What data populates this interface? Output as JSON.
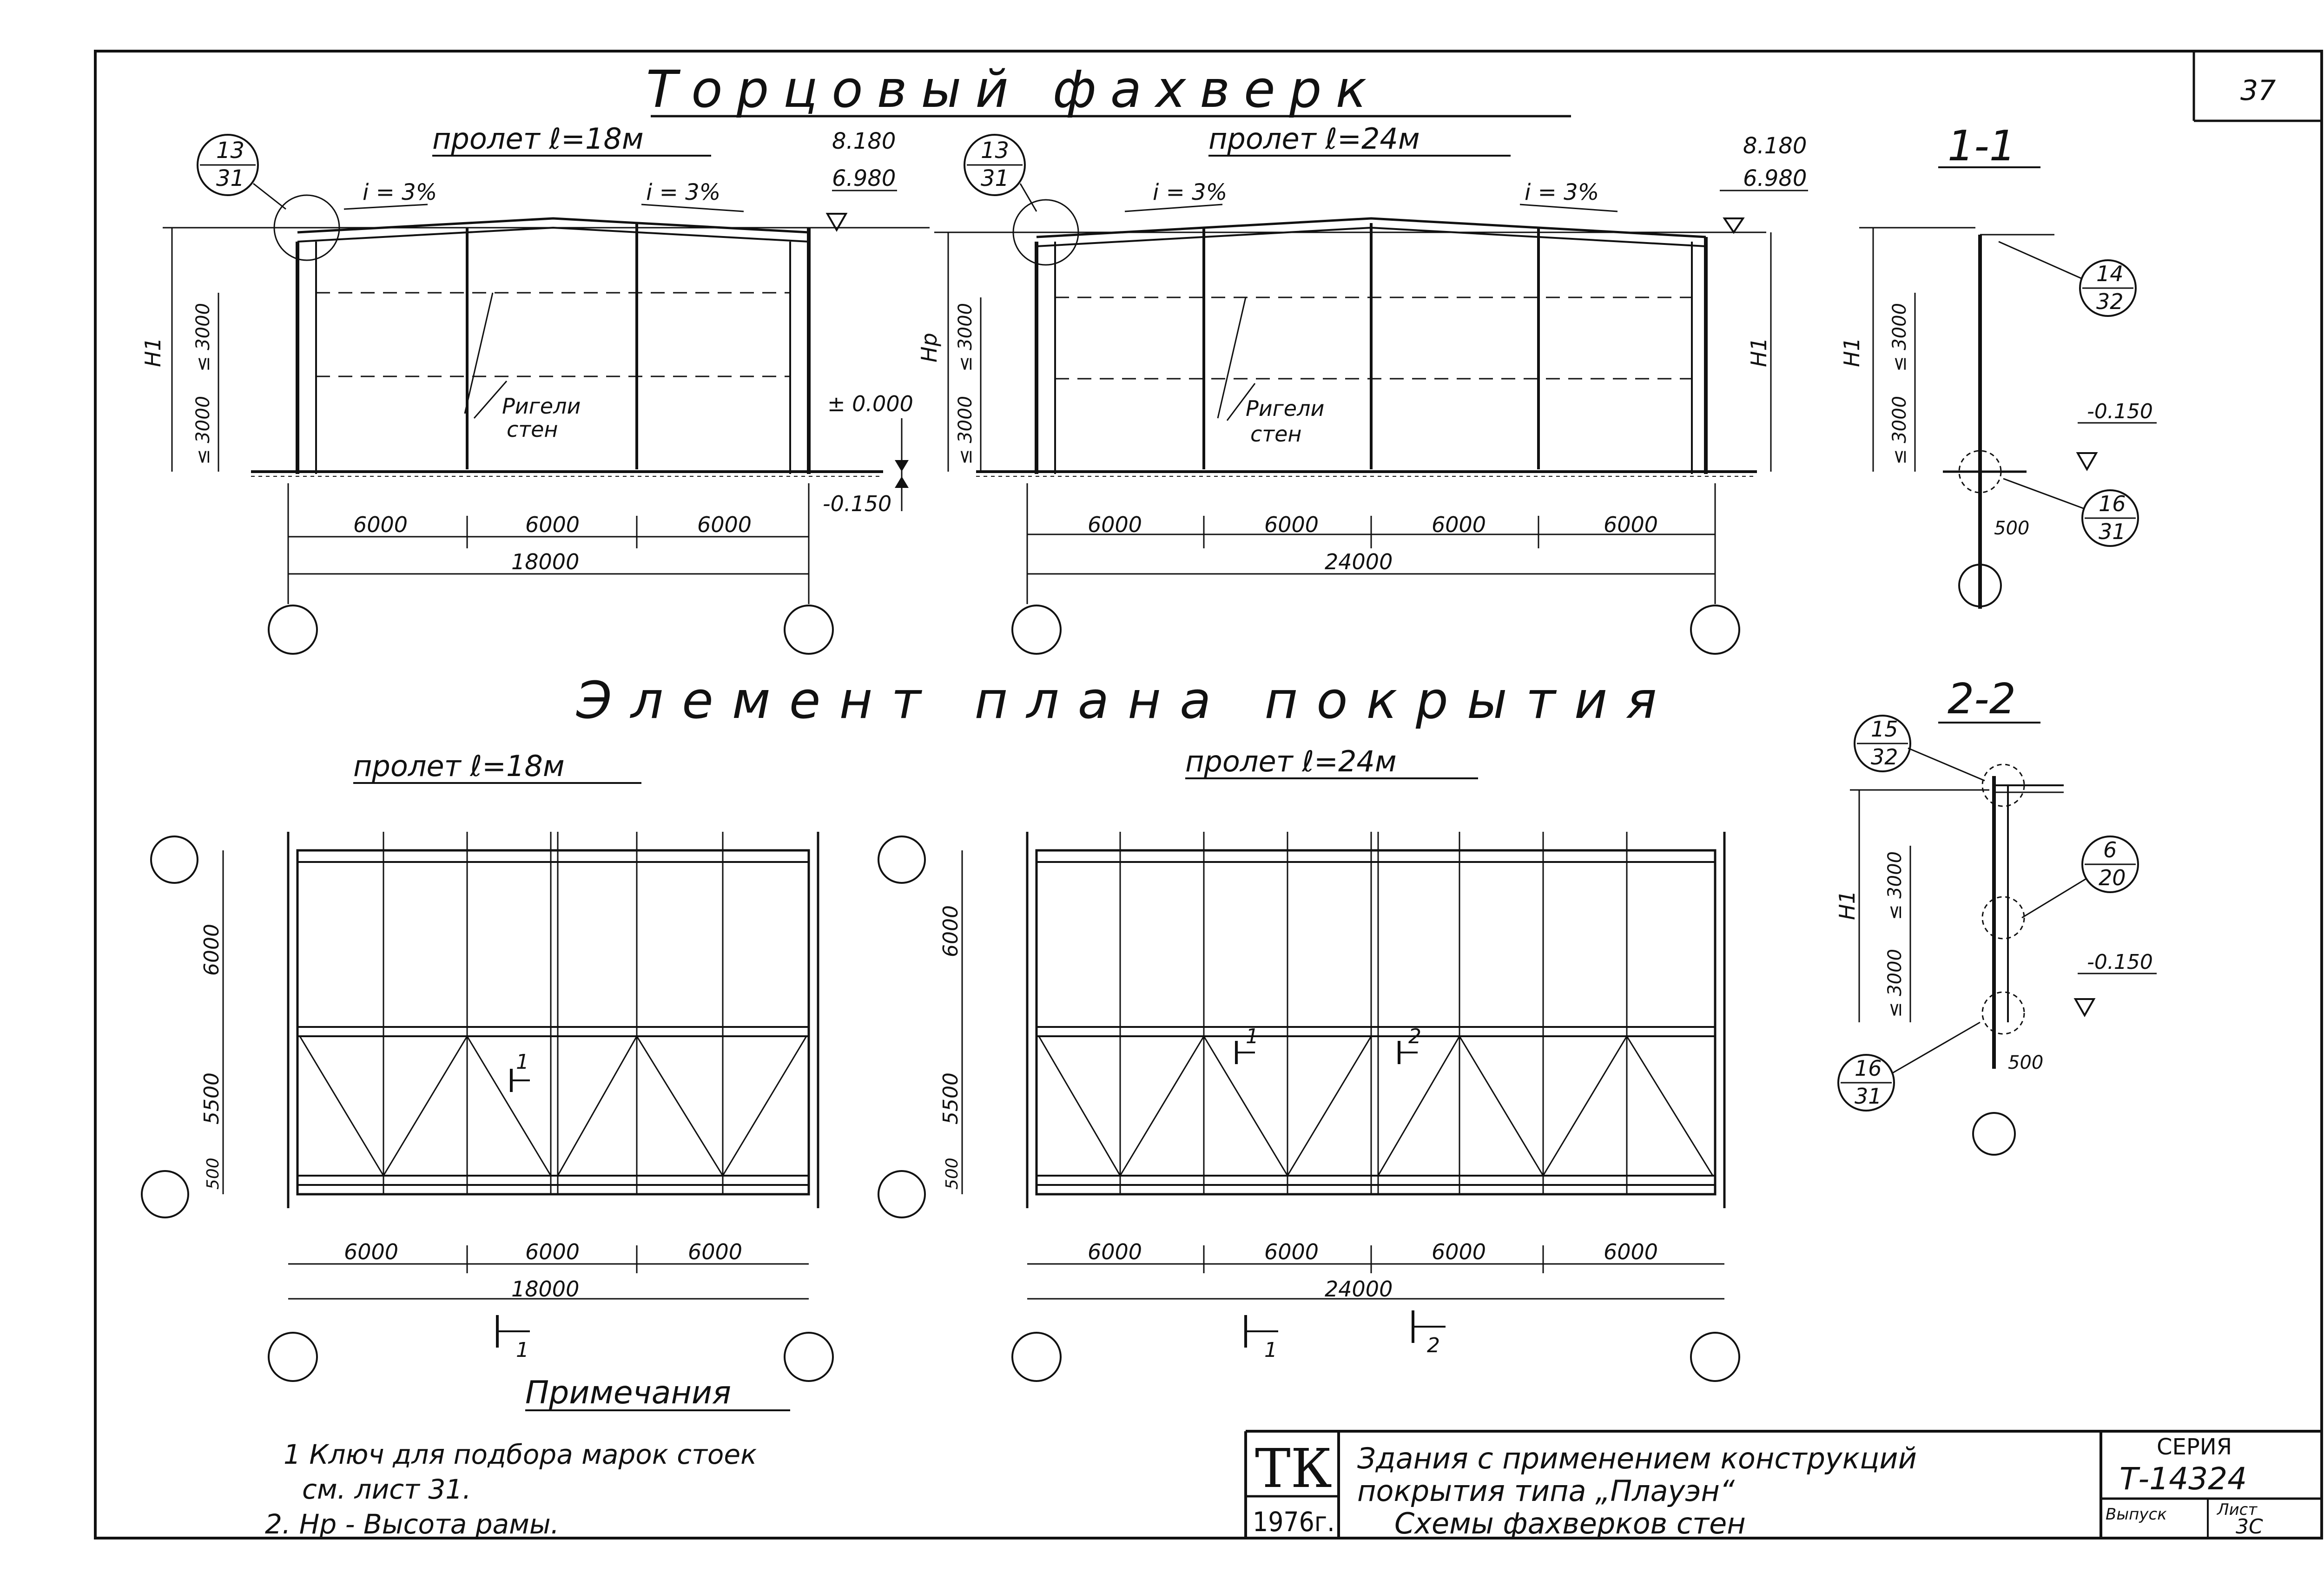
{
  "sheet_number": "37",
  "section_top": {
    "title": "Торцовый фахверк",
    "left_span": "пролет ℓ=18м",
    "right_span": "пролет ℓ=24м",
    "node_ref": [
      "13",
      "31"
    ],
    "slope_label": "i = 3%",
    "elev_top": "8.180",
    "elev_mid": "6.980",
    "elev_zero": "± 0.000",
    "elev_low": "-0.150",
    "height_label": "H1",
    "height_label_r": "Hр",
    "spacing_small": "≤ 3000",
    "ригели_label": "Ригели",
    "ригели_label2": "стен",
    "dims_18": [
      "6000",
      "6000",
      "6000"
    ],
    "total_18": "18000",
    "dims_24": [
      "6000",
      "6000",
      "6000",
      "6000"
    ],
    "total_24": "24000"
  },
  "section_11": {
    "title": "1-1",
    "ref_a": [
      "14",
      "32"
    ],
    "ref_b": [
      "16",
      "31"
    ],
    "elev": "-0.150",
    "offset": "500",
    "height": "H1",
    "spacing": "≤ 3000"
  },
  "section_22": {
    "title": "2-2",
    "ref_a": [
      "15",
      "32"
    ],
    "ref_b": [
      "6",
      "20"
    ],
    "ref_c": [
      "16",
      "31"
    ],
    "elev": "-0.150",
    "offset": "500",
    "height": "H1",
    "spacing": "≤ 3000"
  },
  "section_plan": {
    "title": "Элемент плана покрытия",
    "left_span": "пролет ℓ=18м",
    "right_span": "пролет ℓ=24м",
    "v_dims": [
      "6000",
      "5500",
      "500"
    ],
    "dims_18": [
      "6000",
      "6000",
      "6000"
    ],
    "total_18": "18000",
    "dims_24": [
      "6000",
      "6000",
      "6000",
      "6000"
    ],
    "total_24": "24000",
    "cut1": "1",
    "cut2": "2"
  },
  "notes": {
    "title": "Примечания",
    "line1": "1 Ключ для подбора марок стоек",
    "line2": "см. лист 31.",
    "line3": "2. Hр - Высота рамы."
  },
  "title_block": {
    "org": "ТК",
    "year": "1976г.",
    "desc1": "Здания с применением конструкций",
    "desc2": "покрытия типа „Плауэн“",
    "desc3": "Схемы фахверков стен",
    "series_label": "СЕРИЯ",
    "series": "Т-14324",
    "issue_label": "Выпуск",
    "sheet_label": "Лист",
    "sheet": "3С"
  }
}
